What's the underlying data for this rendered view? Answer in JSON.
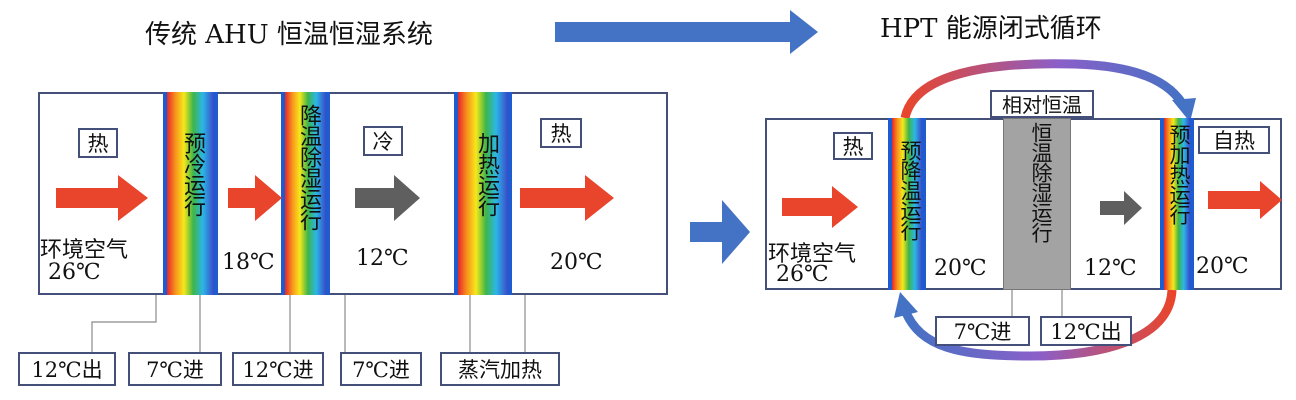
{
  "left_title": "传统 AHU 恒温恒湿系统",
  "right_title": "HPT 能源闭式循环",
  "left": {
    "stages": [
      "热",
      "冷",
      "热"
    ],
    "coils": [
      "预冷运行",
      "降温除湿运行",
      "加热运行"
    ],
    "inlet": {
      "label": "环境空气",
      "temp": "26℃"
    },
    "temps": [
      "18℃",
      "12℃",
      "20℃"
    ],
    "bottom_tags": [
      "12℃出",
      "7℃进",
      "12℃进",
      "7℃进",
      "蒸汽加热"
    ]
  },
  "right": {
    "top_tag": "相对恒温",
    "stages": [
      "热",
      "自热"
    ],
    "coils": [
      "预降温运行",
      "恒温除湿运行",
      "预加热运行"
    ],
    "inlet": {
      "label": "环境空气",
      "temp": "26℃"
    },
    "temps": [
      "20℃",
      "12℃",
      "20℃"
    ],
    "bottom_tags": [
      "7℃进",
      "12℃出"
    ]
  },
  "colors": {
    "hot_arrow": "#e8452c",
    "cold_arrow": "#5f5f5f",
    "flow_arrow": "#4472c4",
    "frame": "#44507a"
  }
}
